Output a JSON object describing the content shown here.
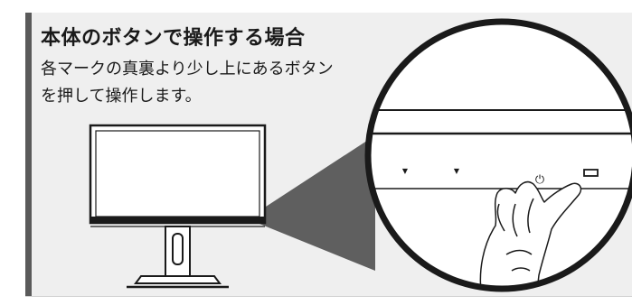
{
  "title": "本体のボタンで操作する場合",
  "description_line1": "各マークの真裏より少し上にあるボタン",
  "description_line2": "を押して操作します。",
  "buttons": [
    {
      "name": "down-triangle",
      "glyph": "▼"
    },
    {
      "name": "down-triangle",
      "glyph": "▼"
    },
    {
      "name": "power",
      "glyph": "⏻"
    },
    {
      "name": "menu",
      "glyph": "▭"
    }
  ],
  "colors": {
    "card_bg": "#efefef",
    "accent_bar": "#5a5a5a",
    "line_art": "#1a1a1a",
    "callout_wedge": "#5f5f5f"
  }
}
